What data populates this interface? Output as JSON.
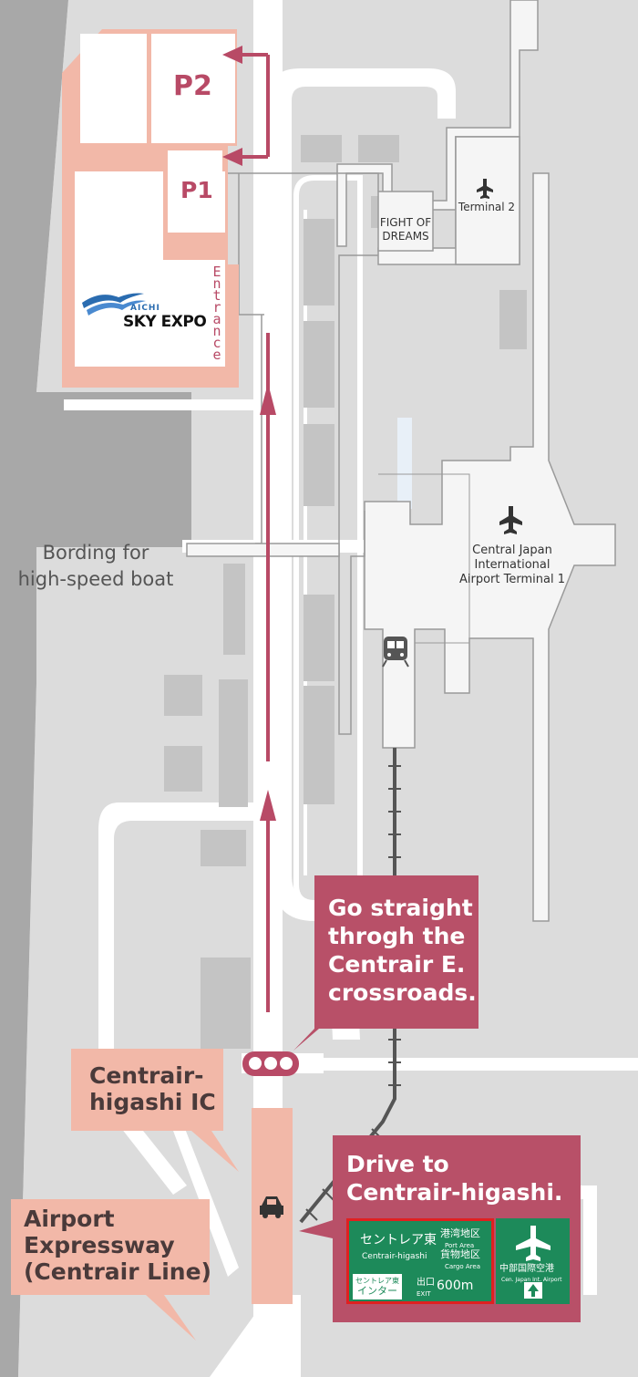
{
  "parking": {
    "p2": "P2",
    "p1": "P1"
  },
  "venue": {
    "logo_small": "AICHI",
    "logo_name": "SKY EXPO",
    "entrance": "Entrance"
  },
  "buildings": {
    "fight_of_dreams": [
      "FIGHT OF",
      "DREAMS"
    ],
    "terminal2": "Terminal 2",
    "terminal1": [
      "Central Japan",
      "International",
      "Airport Terminal 1"
    ]
  },
  "boat": [
    "Bording for",
    "high-speed boat"
  ],
  "callouts": {
    "straight": [
      "Go straight",
      "throgh the",
      "Centrair E.",
      "crossroads."
    ],
    "drive": [
      "Drive to",
      "Centrair-higashi."
    ]
  },
  "labels": {
    "ic": [
      "Centrair-",
      "higashi IC"
    ],
    "expressway": [
      "Airport",
      "Expressway",
      "(Centrair Line)"
    ]
  },
  "sign": {
    "main": "セントレア東",
    "main_en": "Centrair-higashi",
    "port": "港湾地区",
    "port_en": "Port Area",
    "cargo": "貨物地区",
    "cargo_en": "Cargo Area",
    "ic_jp": "セントレア東",
    "ic_jp2": "インター",
    "exit_jp": "出口",
    "exit_en": "EXIT",
    "distance": "600m",
    "airport_jp": "中部国際空港",
    "airport_en": "Cen. Japan Int. Airport"
  },
  "colors": {
    "accent": "#b85068",
    "pink": "#f2b8a8",
    "sign_green": "#1d8a5a"
  }
}
